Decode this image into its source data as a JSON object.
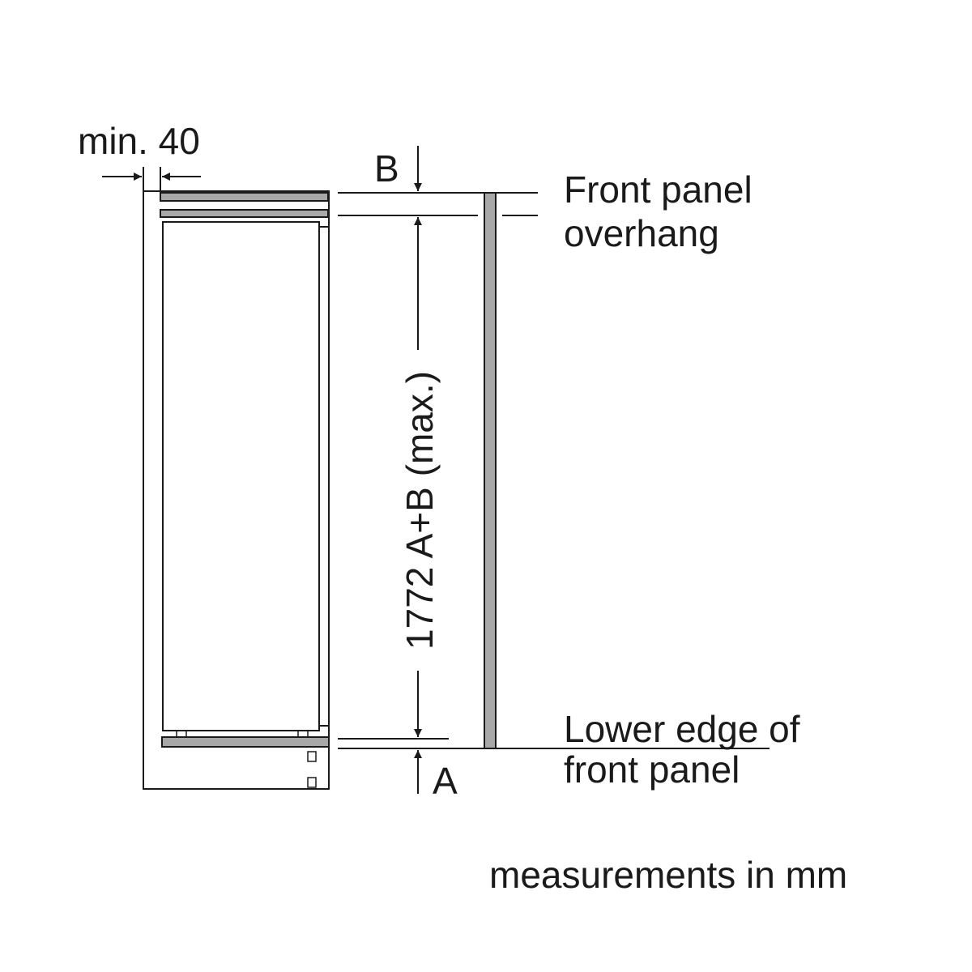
{
  "labels": {
    "min_gap": "min. 40",
    "b_marker": "B",
    "a_marker": "A",
    "front_panel_line1": "Front panel",
    "front_panel_line2": "overhang",
    "lower_edge_line1": "Lower edge of",
    "lower_edge_line2": "front panel",
    "height_dimension": "1772 A+B (max.)",
    "units_note": "measurements in mm"
  },
  "colors": {
    "line": "#1a1a1a",
    "panel_fill": "#a8a8a8",
    "background": "#ffffff"
  }
}
